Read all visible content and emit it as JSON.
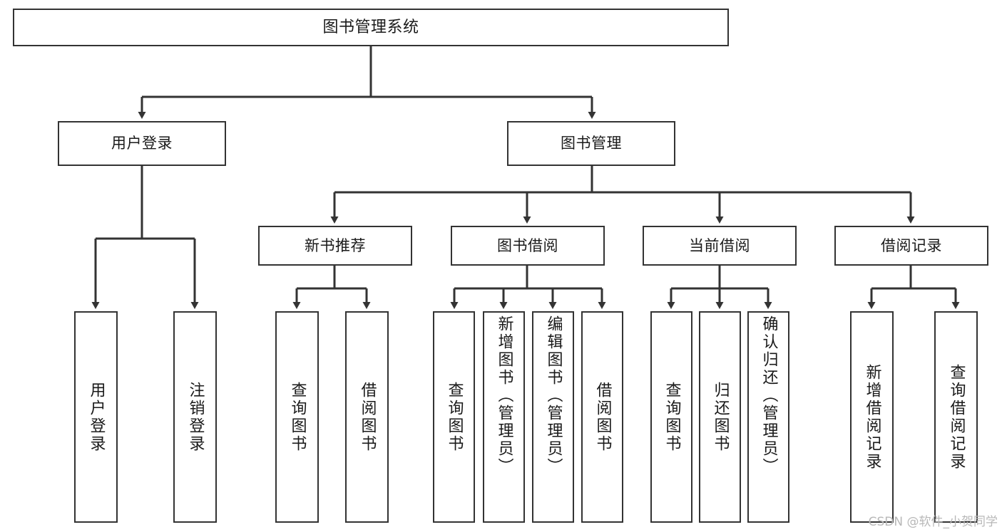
{
  "diagram": {
    "title": "图书管理系统",
    "type": "tree-hierarchy-chart",
    "root": {
      "label": "图书管理系统"
    },
    "level2": [
      {
        "label": "用户登录"
      },
      {
        "label": "图书管理"
      }
    ],
    "level3": [
      {
        "label": "新书推荐"
      },
      {
        "label": "图书借阅"
      },
      {
        "label": "当前借阅"
      },
      {
        "label": "借阅记录"
      }
    ],
    "leaves": {
      "user_login": [
        {
          "label": "用户登录"
        },
        {
          "label": "注销登录"
        }
      ],
      "new_book_recommend": [
        {
          "label": "查询图书"
        },
        {
          "label": "借阅图书"
        }
      ],
      "book_borrow": [
        {
          "label": "查询图书"
        },
        {
          "label": "新增图书（管理员）"
        },
        {
          "label": "编辑图书（管理员）"
        },
        {
          "label": "借阅图书"
        }
      ],
      "current_borrow": [
        {
          "label": "查询图书"
        },
        {
          "label": "归还图书"
        },
        {
          "label": "确认归还（管理员）"
        }
      ],
      "borrow_record": [
        {
          "label": "新增借阅记录"
        },
        {
          "label": "查询借阅记录"
        }
      ]
    }
  },
  "watermark": {
    "text": "CSDN @软件_小贺同学"
  },
  "colors": {
    "stroke": "#333333",
    "background": "#ffffff",
    "text": "#1a1a1a",
    "watermark": "#b8b8b8"
  }
}
